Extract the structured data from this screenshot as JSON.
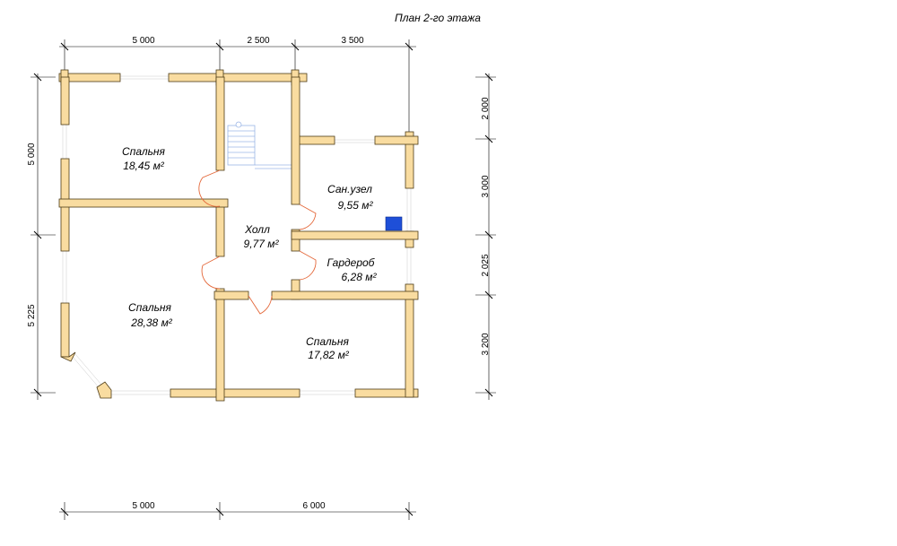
{
  "title": "План 2-го этажа",
  "dimensions": {
    "top": [
      "5 000",
      "2 500",
      "3 500"
    ],
    "bottom": [
      "5 000",
      "6 000"
    ],
    "left": [
      "5 000",
      "5 225"
    ],
    "right": [
      "2 000",
      "3 000",
      "2 025",
      "3 200"
    ]
  },
  "rooms": [
    {
      "name": "Спальня",
      "area": "18,45 м²"
    },
    {
      "name": "Сан.узел",
      "area": "9,55 м²"
    },
    {
      "name": "Холл",
      "area": "9,77 м²"
    },
    {
      "name": "Гардероб",
      "area": "6,28 м²"
    },
    {
      "name": "Спальня",
      "area": "28,38 м²"
    },
    {
      "name": "Спальня",
      "area": "17,82 м²"
    }
  ],
  "colors": {
    "wall": "#f9dca0",
    "wall_outline": "#4d3b16",
    "door": "#e4683a",
    "stairs": "#9bb6e6",
    "fixture": "#1e4fd8"
  }
}
